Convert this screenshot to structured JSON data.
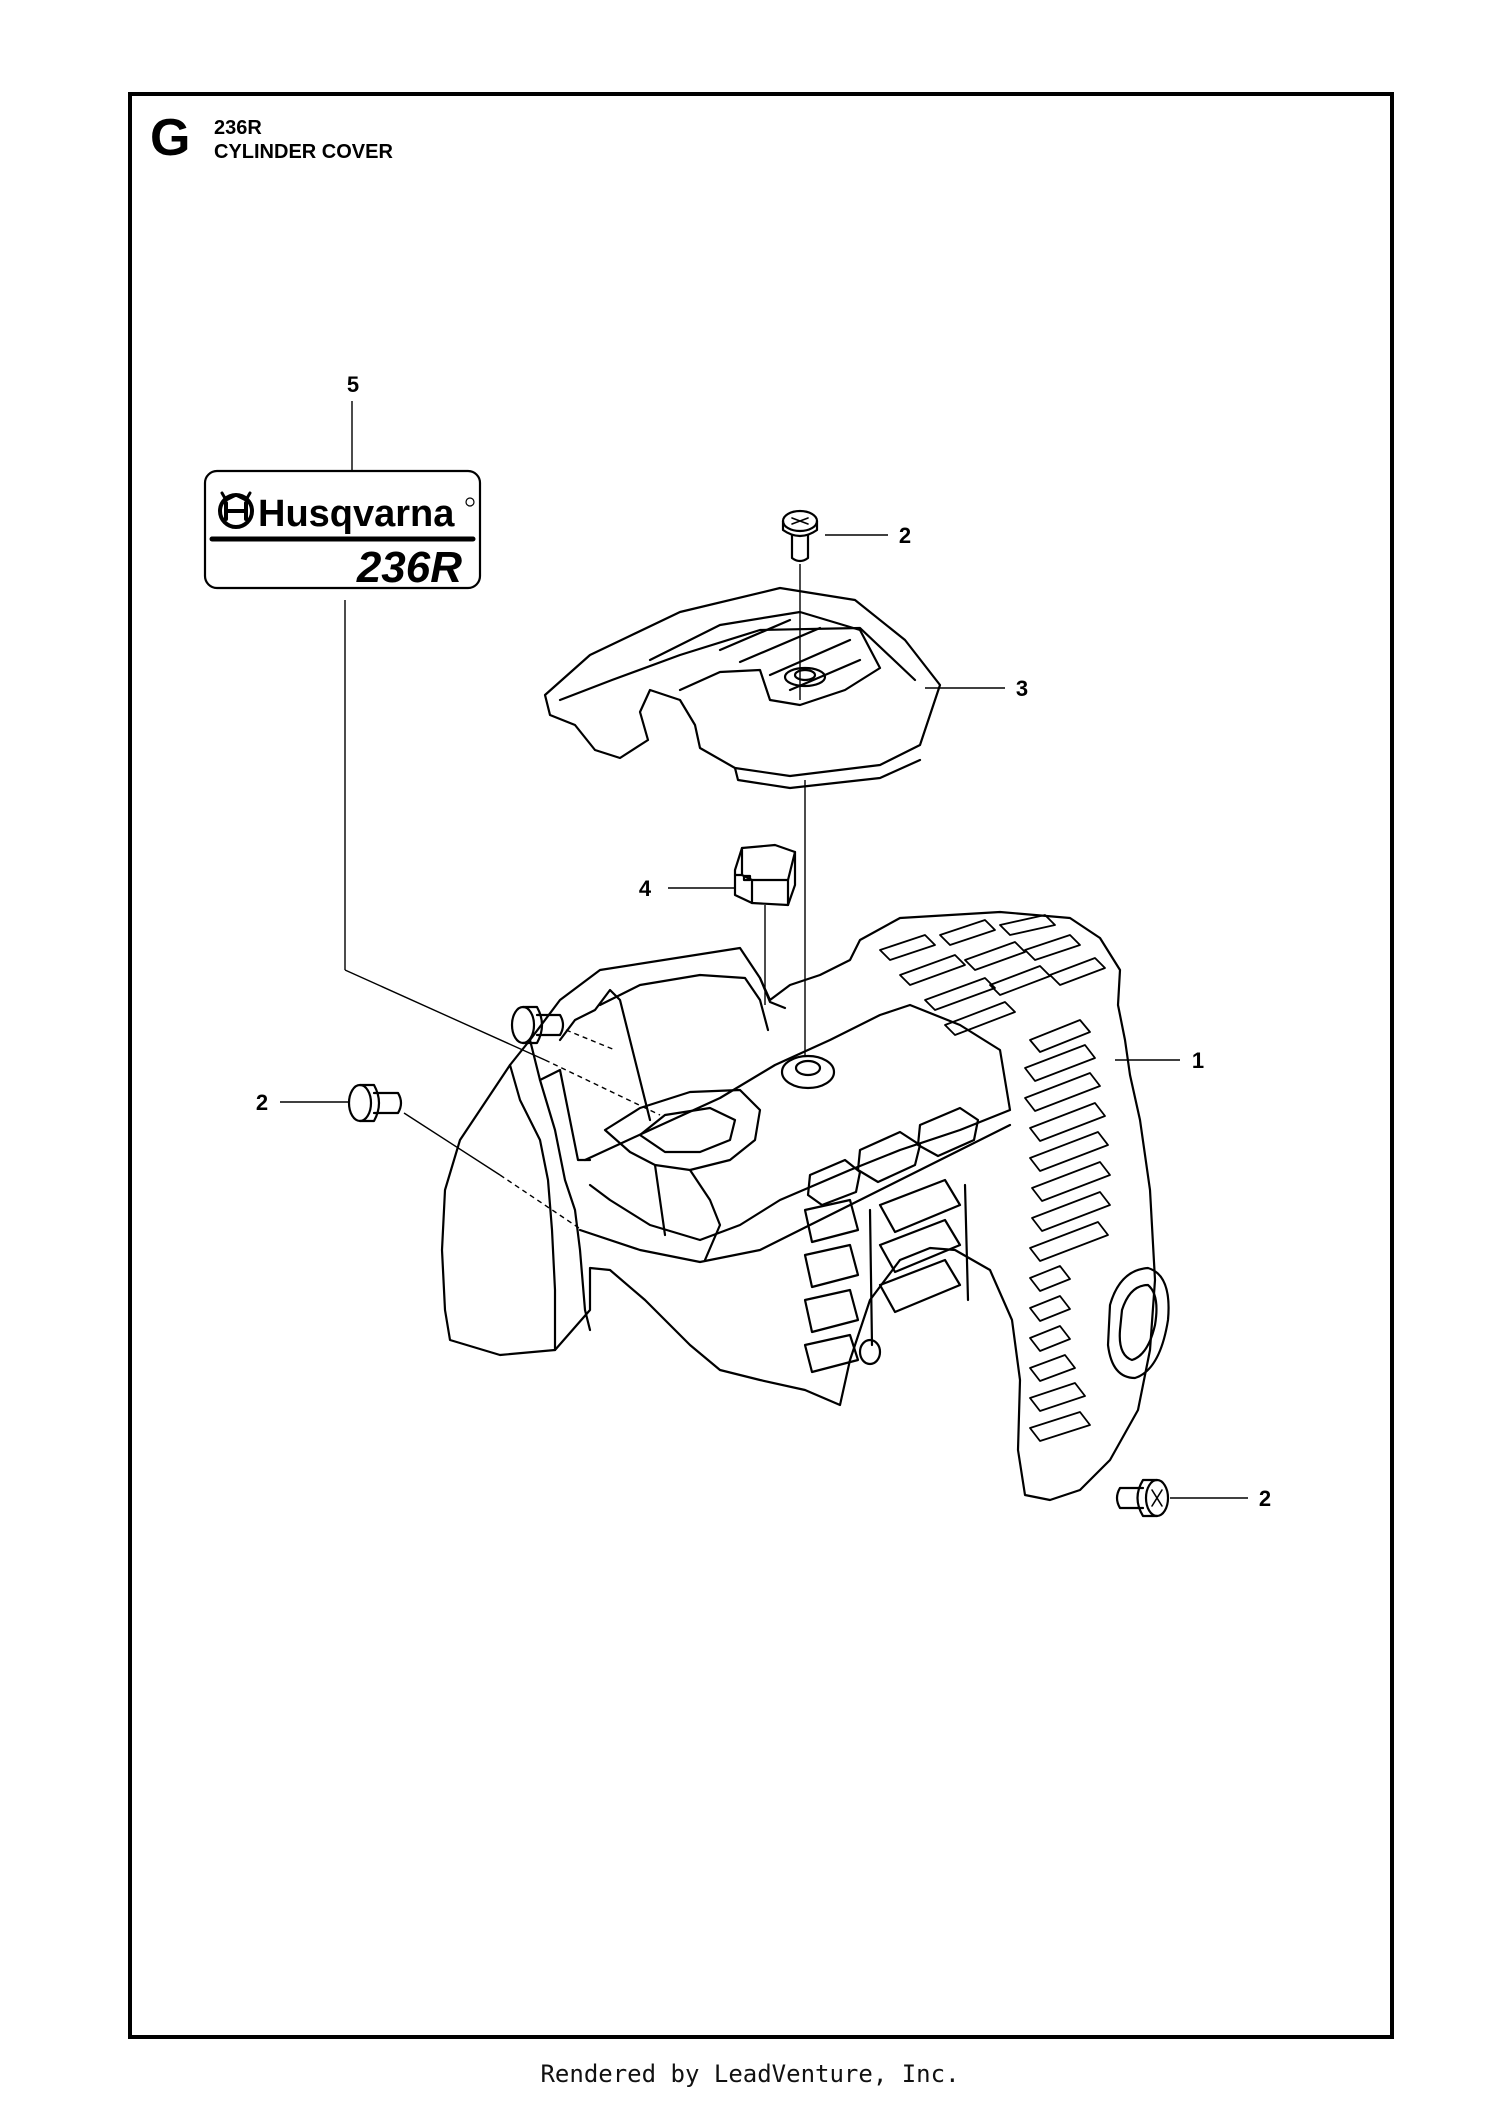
{
  "header": {
    "section_letter": "G",
    "model": "236R",
    "title": "CYLINDER COVER"
  },
  "decal": {
    "brand": "Husqvarna",
    "model": "236R"
  },
  "callouts": [
    {
      "id": "callout-1",
      "label": "1"
    },
    {
      "id": "callout-2-top",
      "label": "2"
    },
    {
      "id": "callout-2-left",
      "label": "2"
    },
    {
      "id": "callout-2-bottom",
      "label": "2"
    },
    {
      "id": "callout-3",
      "label": "3"
    },
    {
      "id": "callout-4",
      "label": "4"
    },
    {
      "id": "callout-5",
      "label": "5"
    }
  ],
  "footer": {
    "text": "Rendered by LeadVenture, Inc."
  }
}
